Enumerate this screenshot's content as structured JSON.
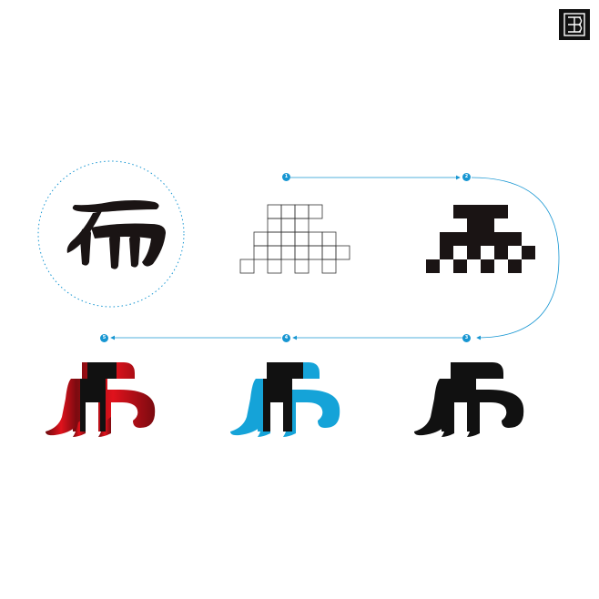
{
  "colors": {
    "accent": "#1796d2",
    "ink": "#111111",
    "brush": "#1a1414",
    "red": "#c0121b",
    "cyan": "#15a3d8",
    "grid": "#222222"
  },
  "steps": [
    {
      "label": "1"
    },
    {
      "label": "2"
    },
    {
      "label": "3"
    },
    {
      "label": "4"
    },
    {
      "label": "5"
    }
  ],
  "icons": {
    "logo": "eb-monogram-icon",
    "original": "calligraphy-character-icon",
    "grid": "pixel-grid-outline-icon",
    "pixel": "pixel-filled-glyph-icon",
    "black": "black-wave-glyph-icon",
    "cyan": "cyan-wave-glyph-icon",
    "red": "red-wave-glyph-icon"
  }
}
